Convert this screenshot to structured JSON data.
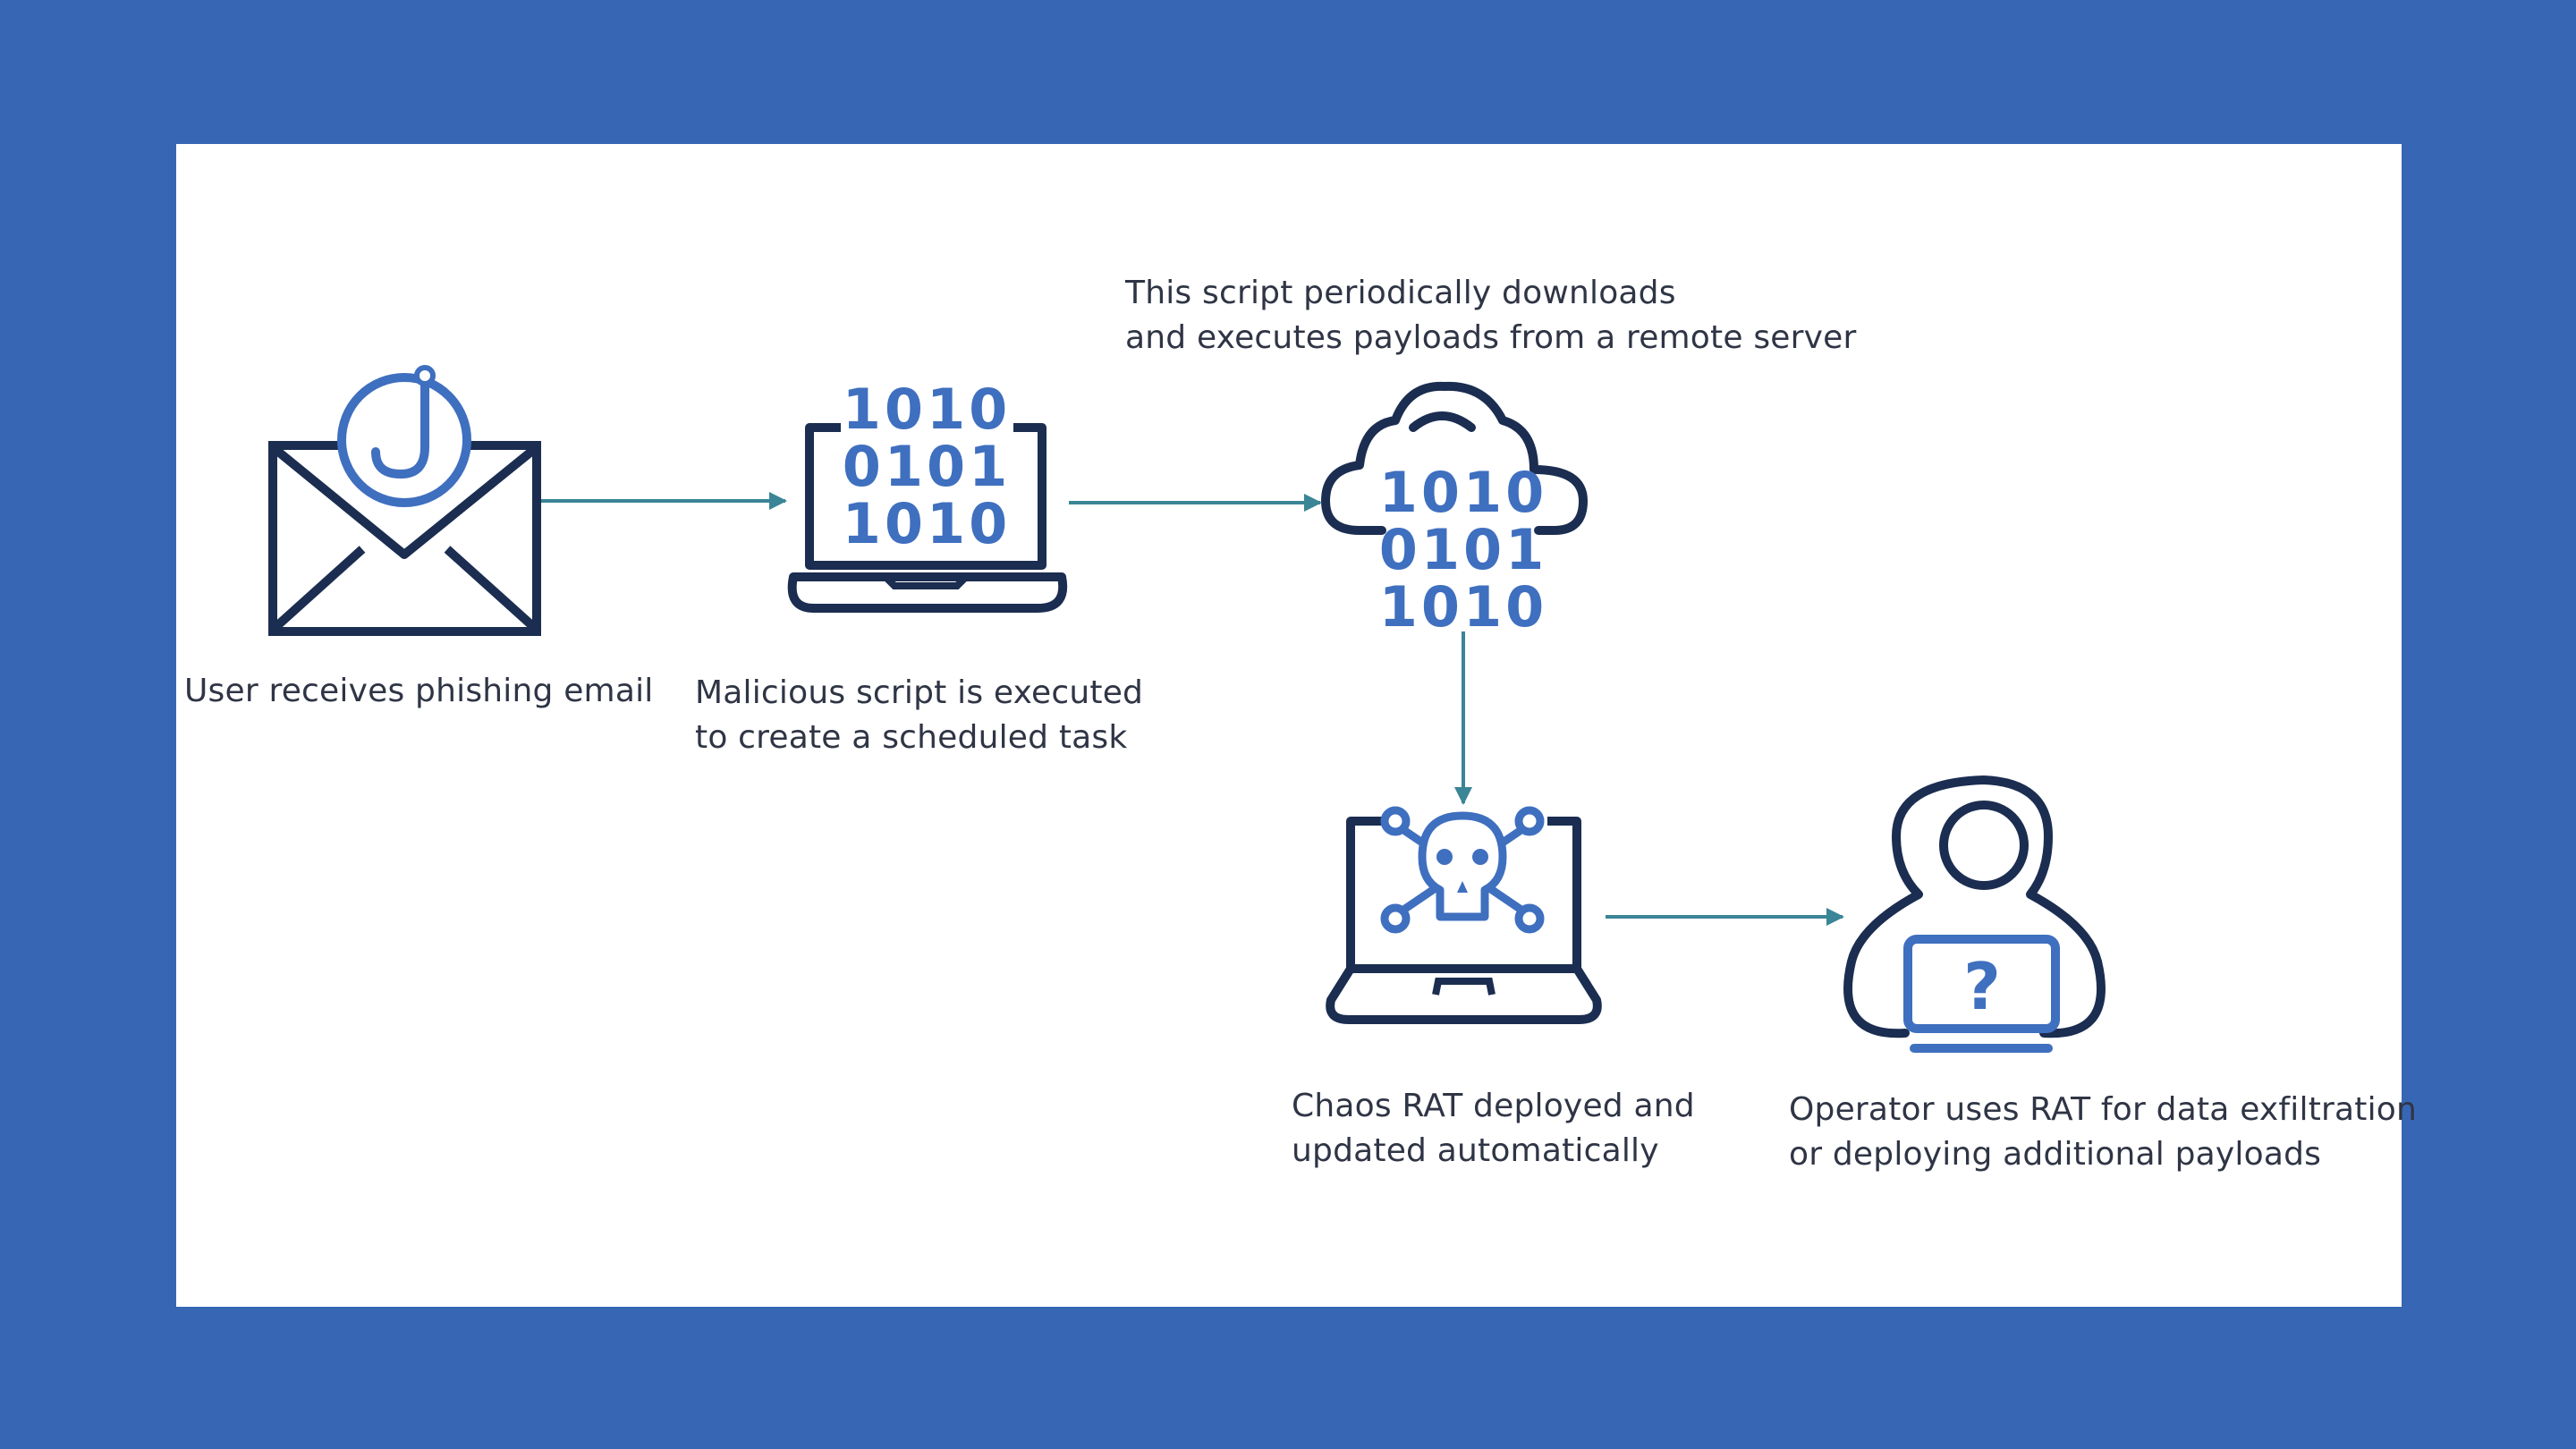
{
  "colors": {
    "background": "#3767b4",
    "panel": "#ffffff",
    "navy": "#1b2d50",
    "blue": "#3f6fbf",
    "arrow": "#3a8596",
    "text": "#2f3545"
  },
  "binary": {
    "row1": "1010",
    "row2": "0101",
    "row3": "1010"
  },
  "hacker_symbol": "?",
  "steps": [
    {
      "icon": "envelope-hook-icon",
      "lines": [
        "User receives phishing email"
      ]
    },
    {
      "icon": "laptop-binary-icon",
      "lines": [
        "Malicious script is executed",
        "to create a scheduled task"
      ]
    },
    {
      "icon": "cloud-binary-icon",
      "lines": [
        "This script periodically downloads",
        "and executes payloads from a remote server"
      ]
    },
    {
      "icon": "laptop-skull-icon",
      "lines": [
        "Chaos RAT deployed and",
        "updated automatically"
      ]
    },
    {
      "icon": "hacker-icon",
      "lines": [
        "Operator uses RAT for data exfiltration",
        "or deploying additional payloads"
      ]
    }
  ]
}
